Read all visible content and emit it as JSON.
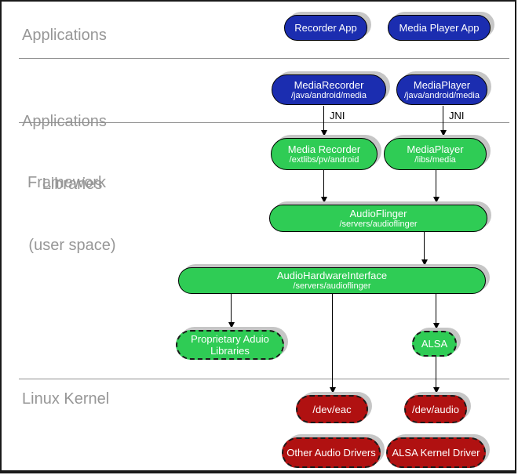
{
  "sections": {
    "applications": {
      "label": "Applications"
    },
    "applications_framework": {
      "line1": "Applications",
      "line2": "Framework"
    },
    "libraries": {
      "line1": "Libraries",
      "line2": "(user space)"
    },
    "linux_kernel": {
      "label": "Linux Kernel"
    }
  },
  "nodes": {
    "recorder_app": {
      "title": "Recorder App"
    },
    "media_player_app": {
      "title": "Media Player App"
    },
    "media_recorder_framework": {
      "title": "MediaRecorder",
      "subtitle": "/java/android/media"
    },
    "media_player_framework": {
      "title": "MediaPlayer",
      "subtitle": "/java/android/media"
    },
    "media_recorder_library": {
      "title": "Media Recorder",
      "subtitle": "/extlibs/pv/android"
    },
    "media_player_library": {
      "title": "MediaPlayer",
      "subtitle": "/libs/media"
    },
    "audio_flinger": {
      "title": "AudioFlinger",
      "subtitle": "/servers/audioflinger"
    },
    "audio_hardware_interface": {
      "title": "AudioHardwareInterface",
      "subtitle": "/servers/audioflinger"
    },
    "proprietary_audio_libraries": {
      "line1": "Proprietary Aduio",
      "line2": "Libraries"
    },
    "alsa": {
      "title": "ALSA"
    },
    "dev_eac": {
      "title": "/dev/eac"
    },
    "dev_audio": {
      "title": "/dev/audio"
    },
    "other_audio_drivers": {
      "title": "Other Audio Drivers"
    },
    "alsa_kernel_driver": {
      "title": "ALSA Kernel Driver"
    }
  },
  "edge_labels": {
    "jni_left": "JNI",
    "jni_right": "JNI"
  },
  "colors": {
    "application_blue": "#1b2db0",
    "userspace_green": "#2fcc55",
    "kernel_red": "#b01111",
    "shadow_gray": "#c6c6c6",
    "section_label_gray": "#979797"
  }
}
